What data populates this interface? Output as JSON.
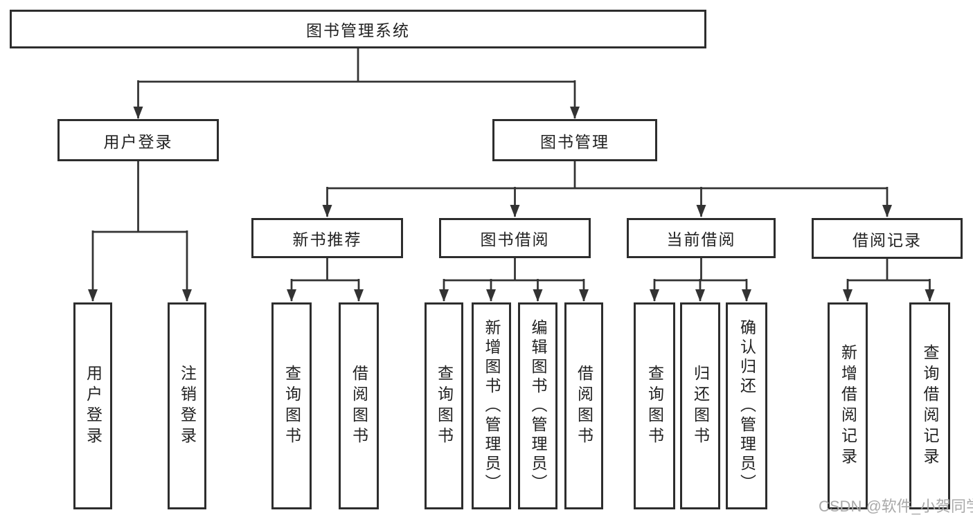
{
  "colors": {
    "line": "#333333",
    "box_border": "#2d2d2d",
    "text": "#222222",
    "watermark": "#a9a9a9",
    "background": "#ffffff"
  },
  "tree": {
    "root": {
      "label": "图书管理系统"
    },
    "branches": [
      {
        "label": "用户登录",
        "children": [
          {
            "label": "用户登录"
          },
          {
            "label": "注销登录"
          }
        ]
      },
      {
        "label": "图书管理",
        "groups": [
          {
            "label": "新书推荐",
            "children": [
              {
                "label": "查询图书"
              },
              {
                "label": "借阅图书"
              }
            ]
          },
          {
            "label": "图书借阅",
            "children": [
              {
                "label": "查询图书"
              },
              {
                "label": "新增图书（管理员）"
              },
              {
                "label": "编辑图书（管理员）"
              },
              {
                "label": "借阅图书"
              }
            ]
          },
          {
            "label": "当前借阅",
            "children": [
              {
                "label": "查询图书"
              },
              {
                "label": "归还图书"
              },
              {
                "label": "确认归还（管理员）"
              }
            ]
          },
          {
            "label": "借阅记录",
            "children": [
              {
                "label": "新增借阅记录"
              },
              {
                "label": "查询借阅记录"
              }
            ]
          }
        ]
      }
    ]
  },
  "watermark": {
    "text": "CSDN @软件_小贺同学"
  }
}
